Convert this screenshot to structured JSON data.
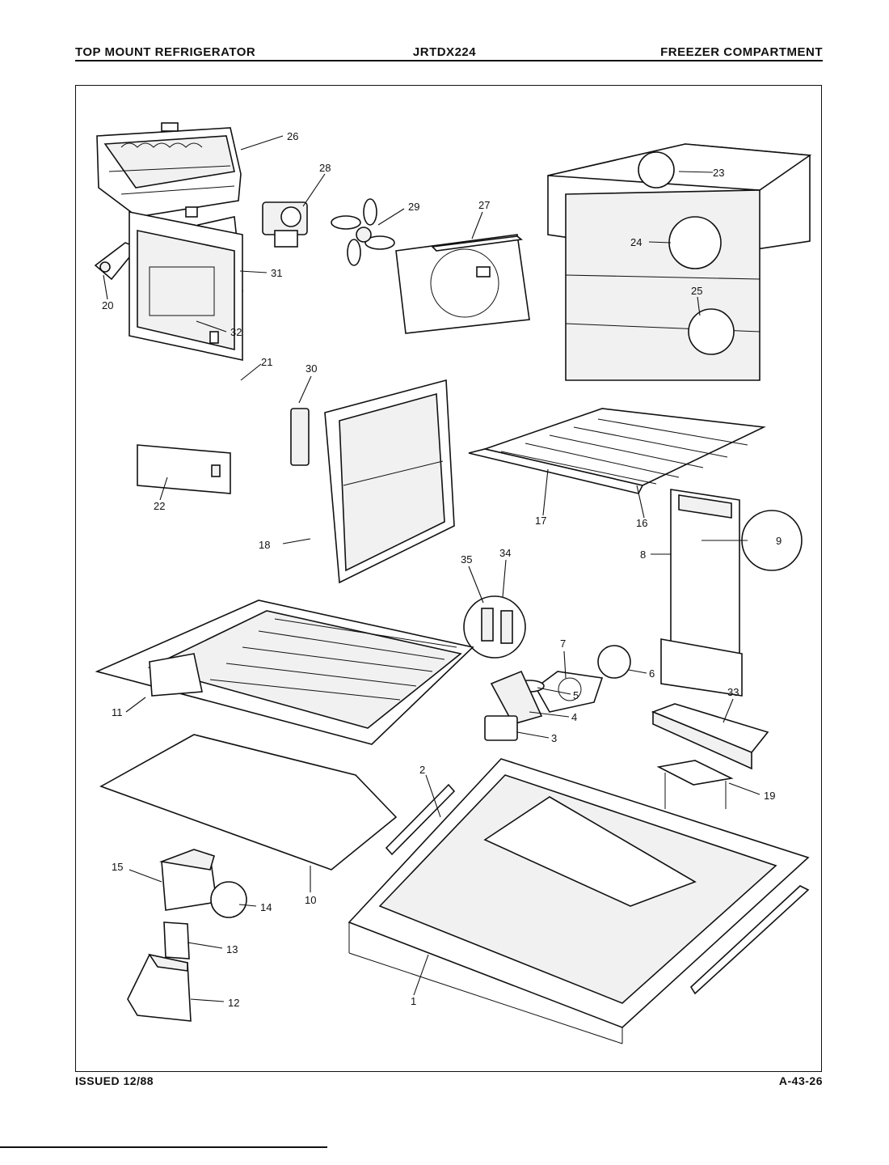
{
  "header": {
    "left": "TOP MOUNT REFRIGERATOR",
    "center": "JRTDX224",
    "right": "FREEZER COMPARTMENT"
  },
  "footer": {
    "issued": "ISSUED 12/88",
    "code": "A-43-26"
  },
  "callouts": [
    "1",
    "2",
    "3",
    "4",
    "5",
    "6",
    "7",
    "8",
    "9",
    "10",
    "11",
    "12",
    "13",
    "14",
    "15",
    "16",
    "17",
    "18",
    "19",
    "20",
    "21",
    "22",
    "23",
    "24",
    "25",
    "26",
    "27",
    "28",
    "29",
    "30",
    "31",
    "32",
    "33",
    "34",
    "35"
  ]
}
